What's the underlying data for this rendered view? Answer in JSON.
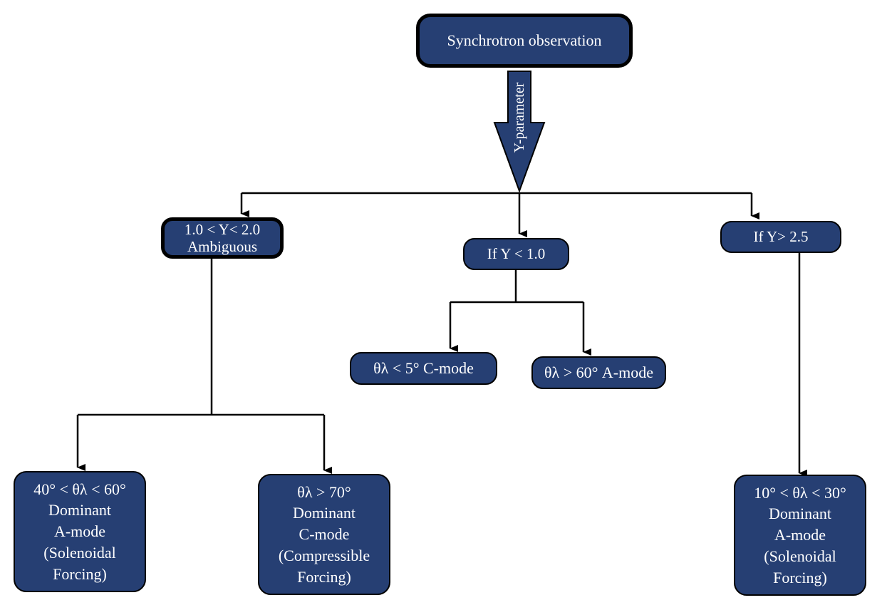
{
  "root": {
    "label": "Synchrotron observation"
  },
  "edge_label": "Y-parameter",
  "branches": {
    "left": {
      "line1": "1.0 < Y< 2.0",
      "line2": "Ambiguous"
    },
    "middle": {
      "label": "If Y < 1.0"
    },
    "right": {
      "label": "If  Y> 2.5"
    }
  },
  "middle_children": {
    "c_mode": {
      "label": "θλ < 5°  C-mode"
    },
    "a_mode": {
      "label": "θλ > 60° A-mode"
    }
  },
  "left_children": {
    "solenoidal": {
      "lines": [
        "40° < θλ < 60°",
        "Dominant",
        "A-mode",
        "(Solenoidal",
        "Forcing)"
      ]
    },
    "compressible": {
      "lines": [
        "θλ > 70°",
        "Dominant",
        "C-mode",
        "(Compressible",
        "Forcing)"
      ]
    }
  },
  "right_child": {
    "lines": [
      "10° < θλ < 30°",
      "Dominant",
      "A-mode",
      "(Solenoidal",
      "Forcing)"
    ]
  },
  "colors": {
    "node_fill": "#263f73",
    "stroke": "#000000",
    "text": "#ffffff"
  }
}
